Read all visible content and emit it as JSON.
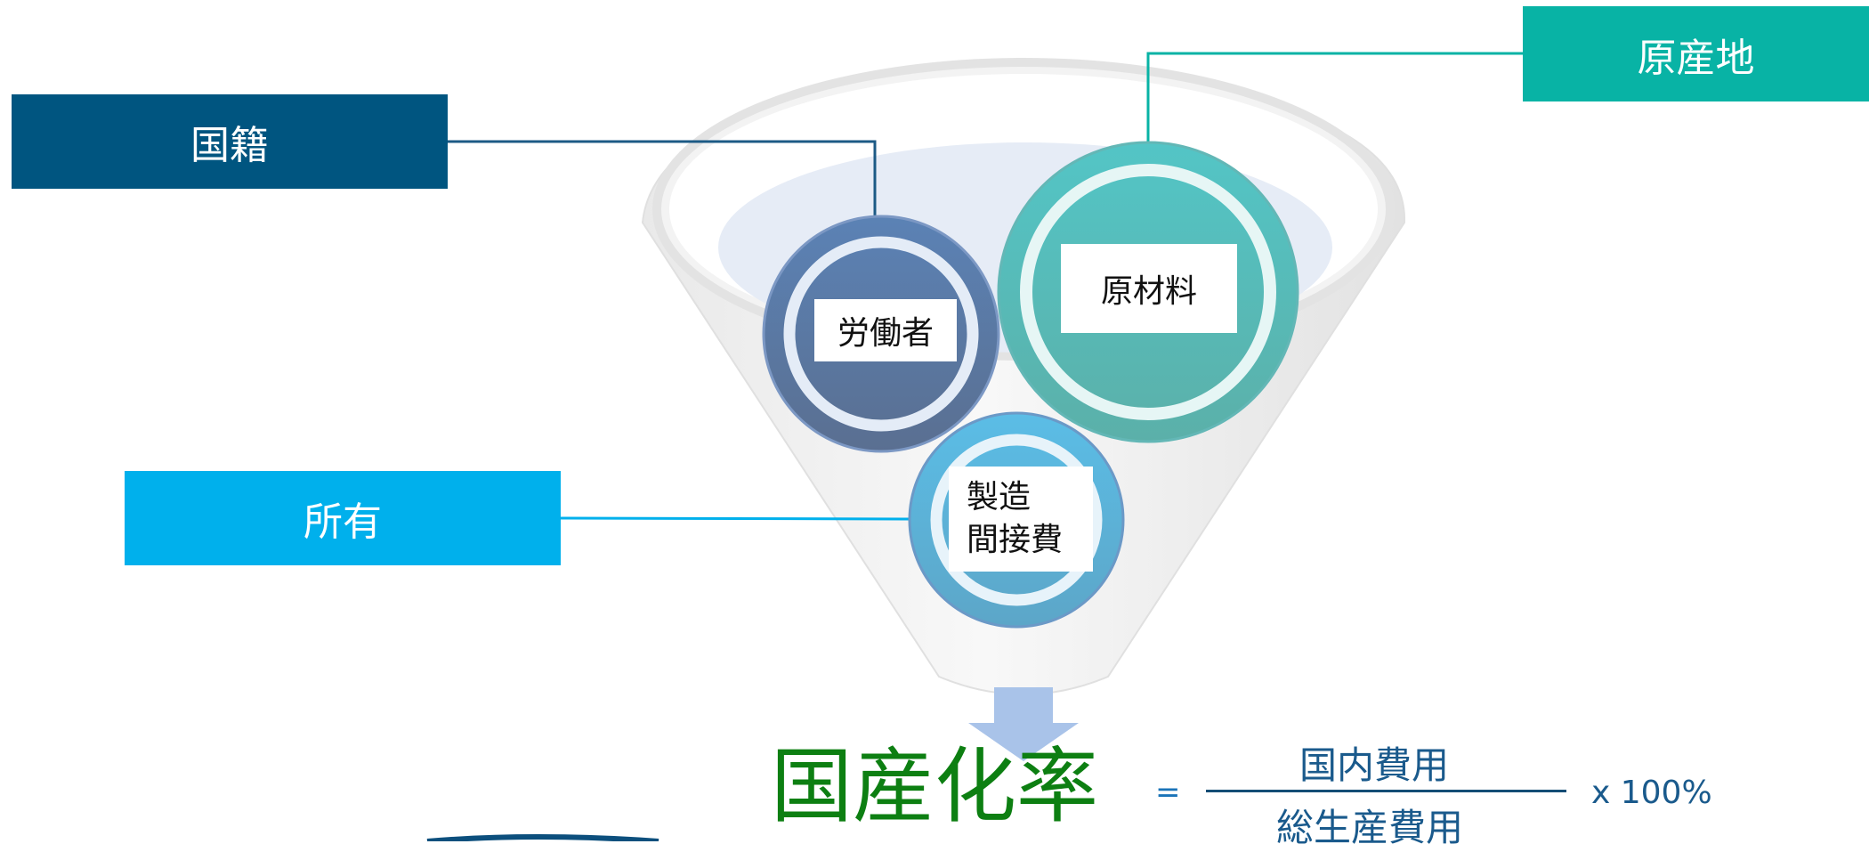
{
  "labels": {
    "nationality": "国籍",
    "origin": "原産地",
    "ownership": "所有"
  },
  "circles": {
    "labor": "労働者",
    "materials": "原材料",
    "overhead_line1": "製造",
    "overhead_line2": "間接費"
  },
  "formula": {
    "title": "国産化率",
    "equals": "=",
    "numerator": "国内費用",
    "denominator": "総生産費用",
    "multiplier": "x 100%"
  },
  "colors": {
    "nationality": "#005580",
    "origin": "#08b3a5",
    "ownership": "#00b0ec",
    "labor_circle": "#5b7aa8",
    "materials_circle": "#4cbfbf",
    "overhead_circle": "#5bb6de",
    "formula_title": "#0d7f12"
  }
}
